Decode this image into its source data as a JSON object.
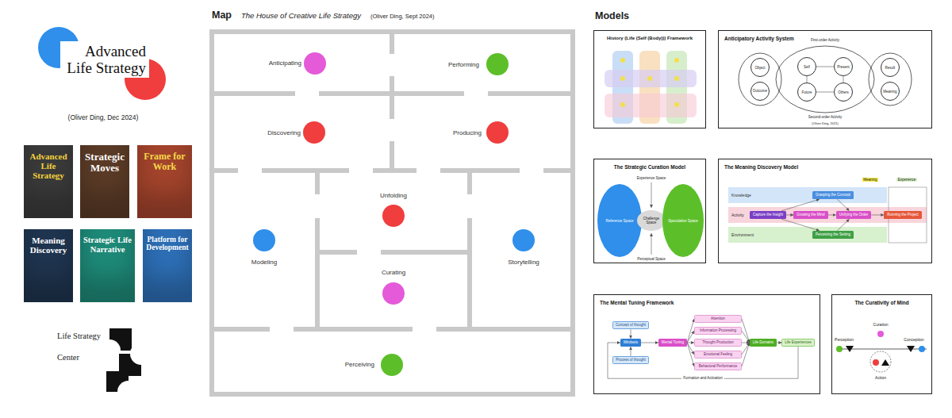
{
  "diagram": {
    "nodes": [
      {
        "text": [
          "Advanced Life Strategy"
        ]
      },
      {
        "text": [
          "Advanced Life Strategy"
        ]
      },
      {
        "text": [
          "Strategic Moves"
        ]
      },
      {
        "text": [
          "Frame for Work"
        ]
      },
      {
        "text": [
          "Meaning Discovery"
        ]
      },
      {
        "text": [
          "Strategic Life Narrative"
        ]
      },
      {
        "text": [
          "Platform for Development"
        ]
      },
      {
        "text": [
          "Map",
          "The House of Creative Life Strategy",
          "(Oliver Ding, Sept 2024)"
        ]
      },
      {
        "text": [
          "Anticipating"
        ],
        "in": 7
      },
      {
        "text": [
          "Performing"
        ],
        "in": 7
      },
      {
        "text": [
          "Discovering"
        ],
        "in": 7
      },
      {
        "text": [
          "Producing"
        ],
        "in": 7
      },
      {
        "text": [
          "Unfolding"
        ],
        "in": 7
      },
      {
        "text": [
          "Modeling"
        ],
        "in": 7
      },
      {
        "text": [
          "Curating"
        ],
        "in": 7
      },
      {
        "text": [
          "Storytelling"
        ],
        "in": 7
      },
      {
        "text": [
          "Perceiving"
        ],
        "in": 7
      },
      {
        "text": [
          "History (Life (Self (Body))) Framework"
        ]
      },
      {
        "text": [
          "Anticipatory Activity System"
        ]
      },
      {
        "text": [
          "Object"
        ],
        "in": 18
      },
      {
        "text": [
          "Outcome"
        ],
        "in": 18
      },
      {
        "text": [
          "Self"
        ],
        "in": 18
      },
      {
        "text": [
          "Present"
        ],
        "in": 18
      },
      {
        "text": [
          "Future"
        ],
        "in": 18
      },
      {
        "text": [
          "Others"
        ],
        "in": 18
      },
      {
        "text": [
          "Result"
        ],
        "in": 18
      },
      {
        "text": [
          "Meaning"
        ],
        "in": 18
      },
      {
        "text": [
          "The Strategic Curation Model"
        ]
      },
      {
        "text": [
          "Reference Space"
        ],
        "in": 27
      },
      {
        "text": [
          "Challenge Space"
        ],
        "in": 27
      },
      {
        "text": [
          "Speculative Space"
        ],
        "in": 27
      },
      {
        "text": [
          "The Meaning Discovery Model"
        ]
      },
      {
        "text": [
          "Knowledge"
        ],
        "in": 31
      },
      {
        "text": [
          "Grasping the Concept"
        ],
        "in": 32
      },
      {
        "text": [
          "Activity"
        ],
        "in": 31
      },
      {
        "text": [
          "Capture the Insight"
        ],
        "in": 34
      },
      {
        "text": [
          "Growing the Mind"
        ],
        "in": 34
      },
      {
        "text": [
          "Unifying the Order"
        ],
        "in": 34
      },
      {
        "text": [
          "Running the Project"
        ],
        "in": 34
      },
      {
        "text": [
          "Environment"
        ],
        "in": 31
      },
      {
        "text": [
          "Perceiving the Setting"
        ],
        "in": 39
      },
      {
        "text": [
          "The Mental Tuning Framework"
        ]
      },
      {
        "text": [
          "Concept of thought"
        ],
        "in": 41
      },
      {
        "text": [
          "Mindsets"
        ],
        "in": 41
      },
      {
        "text": [
          "Process of thought"
        ],
        "in": 41
      },
      {
        "text": [
          "Mental Tuning"
        ],
        "in": 41
      },
      {
        "text": [
          "Attention"
        ],
        "in": 41
      },
      {
        "text": [
          "Information Processing"
        ],
        "in": 41
      },
      {
        "text": [
          "Thought Production"
        ],
        "in": 41
      },
      {
        "text": [
          "Emotional Feeling"
        ],
        "in": 41
      },
      {
        "text": [
          "Behavioral Performance"
        ],
        "in": 41
      },
      {
        "text": [
          "Life Domains"
        ],
        "in": 41
      },
      {
        "text": [
          "Life Experiences"
        ],
        "in": 41
      },
      {
        "text": [
          "The Curativity of Mind"
        ]
      }
    ],
    "edges": [
      {
        "from": 21,
        "to": 22,
        "arrow": "none"
      },
      {
        "from": 21,
        "to": 23,
        "arrow": "none"
      },
      {
        "from": 22,
        "to": 24,
        "arrow": "none"
      },
      {
        "from": 23,
        "to": 24,
        "arrow": "none"
      },
      {
        "from": 35,
        "to": 36,
        "arrow": "to"
      },
      {
        "from": 36,
        "to": 37,
        "arrow": "to"
      },
      {
        "from": 37,
        "to": 38,
        "arrow": "to"
      },
      {
        "from": 35,
        "to": 33,
        "arrow": "to"
      },
      {
        "from": 33,
        "to": 37,
        "arrow": "to"
      },
      {
        "from": 35,
        "to": 40,
        "arrow": "to"
      },
      {
        "from": 40,
        "to": 37,
        "arrow": "to"
      },
      {
        "from": 42,
        "to": 43,
        "arrow": "to"
      },
      {
        "from": 44,
        "to": 43,
        "arrow": "to"
      },
      {
        "from": 43,
        "to": 45,
        "arrow": "to"
      },
      {
        "from": 45,
        "to": 46,
        "arrow": "to"
      },
      {
        "from": 45,
        "to": 47,
        "arrow": "to"
      },
      {
        "from": 45,
        "to": 48,
        "arrow": "to"
      },
      {
        "from": 45,
        "to": 49,
        "arrow": "to"
      },
      {
        "from": 45,
        "to": 50,
        "arrow": "to"
      },
      {
        "from": 46,
        "to": 51,
        "arrow": "to"
      },
      {
        "from": 47,
        "to": 51,
        "arrow": "to"
      },
      {
        "from": 48,
        "to": 51,
        "arrow": "to"
      },
      {
        "from": 49,
        "to": 51,
        "arrow": "to"
      },
      {
        "from": 50,
        "to": 51,
        "arrow": "to"
      },
      {
        "from": 51,
        "to": 52,
        "arrow": "to"
      },
      {
        "from": 52,
        "to": 43,
        "arrow": "to",
        "label": "Formation and Activation"
      }
    ],
    "labels": [
      "(Oliver Ding, Dec 2024)",
      "Life Strategy Center",
      "Models",
      "First-order Activity",
      "Second-order Activity",
      "(Oliver Ding, 2021)",
      "Experience Space",
      "Perceptual Space",
      "Meaning",
      "Experience",
      "Curation",
      "Perception",
      "Conception",
      "Action"
    ]
  }
}
